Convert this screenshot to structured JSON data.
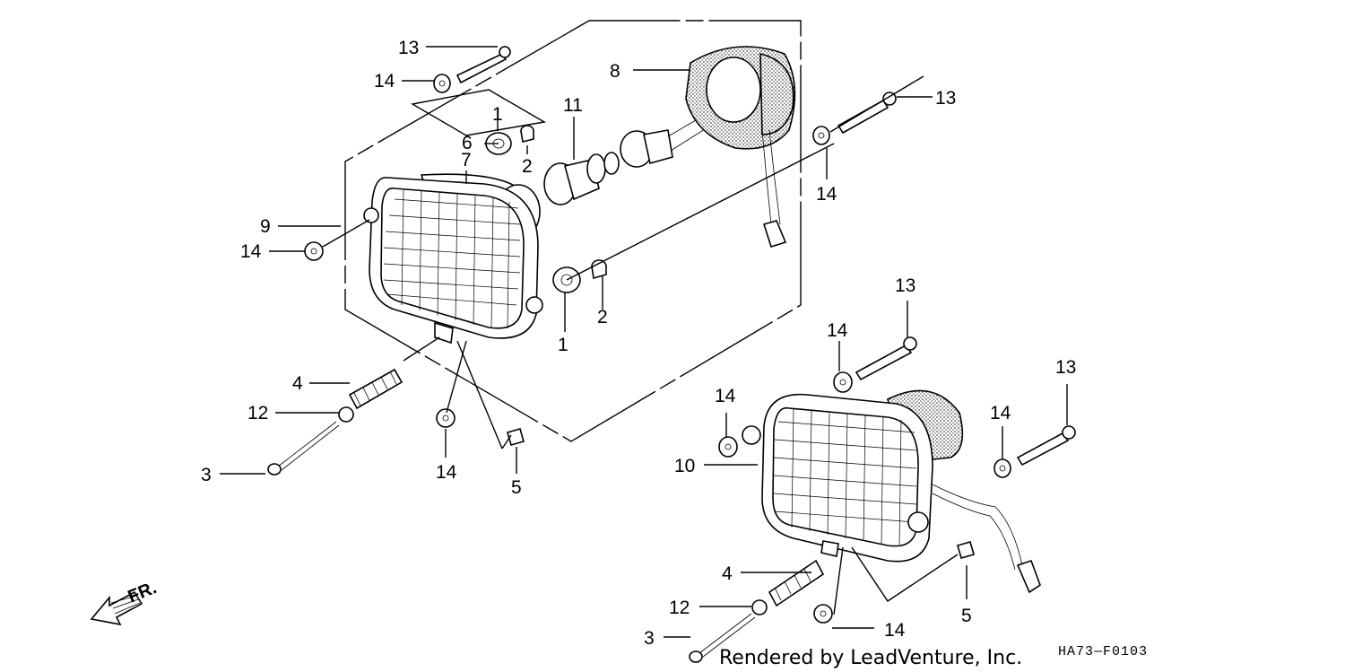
{
  "callouts": {
    "c1a": "1",
    "c1b": "1",
    "c2a": "2",
    "c2b": "2",
    "c3a": "3",
    "c3b": "3",
    "c4a": "4",
    "c4b": "4",
    "c5a": "5",
    "c5b": "5",
    "c6": "6",
    "c7": "7",
    "c8": "8",
    "c9": "9",
    "c10": "10",
    "c11": "11",
    "c12a": "12",
    "c12b": "12",
    "c13a": "13",
    "c13b": "13",
    "c13c": "13",
    "c13d": "13",
    "c14a": "14",
    "c14b": "14",
    "c14c": "14",
    "c14d": "14",
    "c14e": "14",
    "c14f": "14",
    "c14g": "14",
    "c14h": "14"
  },
  "direction_label": "FR.",
  "credit": "Rendered by LeadVenture, Inc.",
  "diagram_code": "HA73—F0103"
}
